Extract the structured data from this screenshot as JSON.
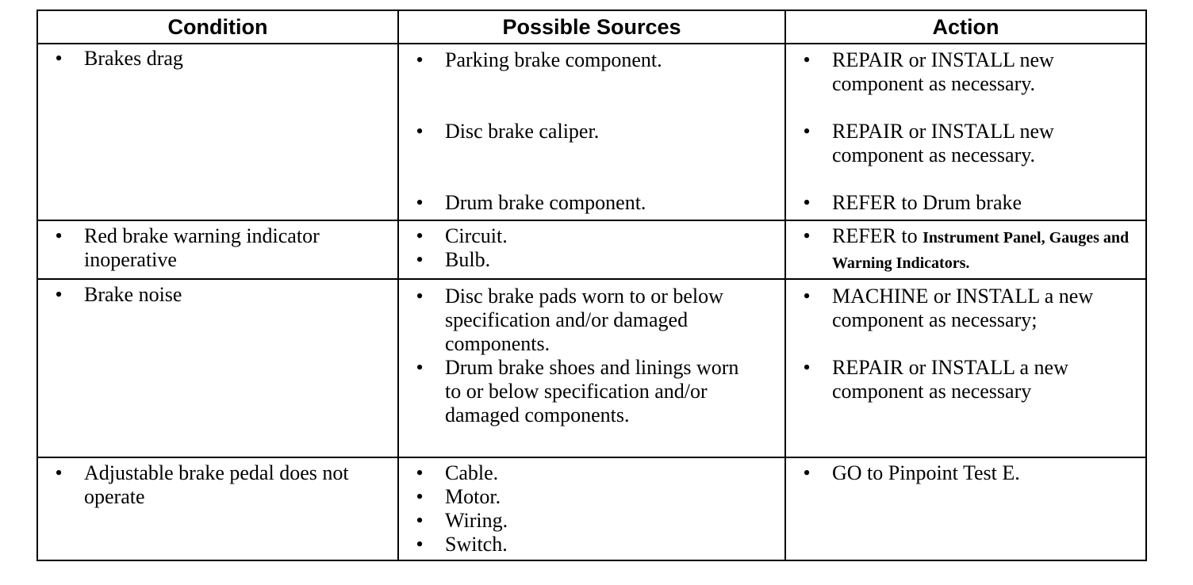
{
  "headers": {
    "condition": "Condition",
    "sources": "Possible Sources",
    "action": "Action"
  },
  "bullet": "•",
  "rows": [
    {
      "condition": "Brakes drag",
      "sources": [
        "Parking brake component.",
        "Disc brake caliper.",
        "Drum brake component."
      ],
      "actions": [
        "REPAIR or INSTALL new component as necessary.",
        "REPAIR or INSTALL new component as necessary.",
        "REFER to Drum brake"
      ]
    },
    {
      "condition": "Red brake warning indicator inoperative",
      "sources": [
        "Circuit.",
        "Bulb."
      ],
      "actions": [
        {
          "lead": "REFER to",
          "ref": "Instrument Panel, Gauges and Warning Indicators."
        }
      ]
    },
    {
      "condition": "Brake noise",
      "sources": [
        "Disc brake pads worn to or below specification and/or damaged components.",
        "Drum brake shoes and linings worn to or below specification and/or damaged components."
      ],
      "actions": [
        "MACHINE or INSTALL a new component as necessary;",
        "REPAIR or INSTALL a new component as necessary"
      ]
    },
    {
      "condition": "Adjustable brake pedal does not operate",
      "sources": [
        "Cable.",
        "Motor.",
        "Wiring.",
        "Switch."
      ],
      "actions": [
        "GO to Pinpoint Test E."
      ]
    }
  ]
}
